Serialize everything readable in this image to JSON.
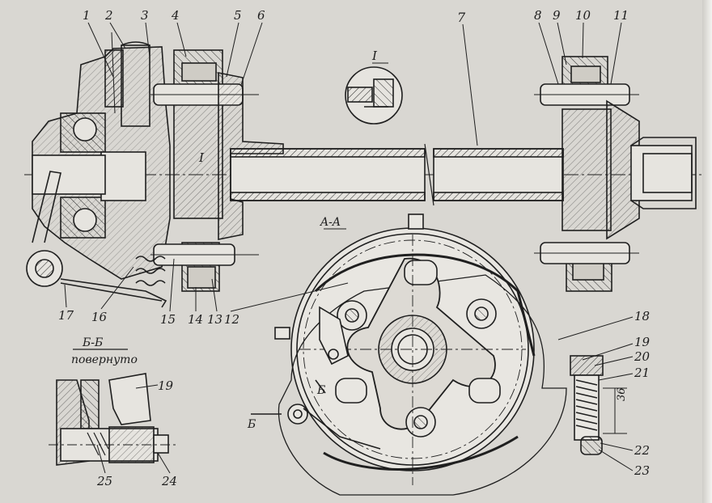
{
  "drawing": {
    "callout_numbers": [
      "1",
      "2",
      "3",
      "4",
      "5",
      "6",
      "7",
      "8",
      "9",
      "10",
      "11",
      "12",
      "13",
      "14",
      "15",
      "16",
      "17",
      "18",
      "19",
      "20",
      "21",
      "22",
      "23",
      "24",
      "25"
    ],
    "detail_mark": "I",
    "section_aa": "A-A",
    "section_bb": "Б-Б",
    "section_bb_note": "повернуто",
    "section_arrow": "Б",
    "dimension": "36",
    "detail_callout": "I",
    "ink_color": "#1f1f1f",
    "paper_color": "#d9d7d2"
  }
}
